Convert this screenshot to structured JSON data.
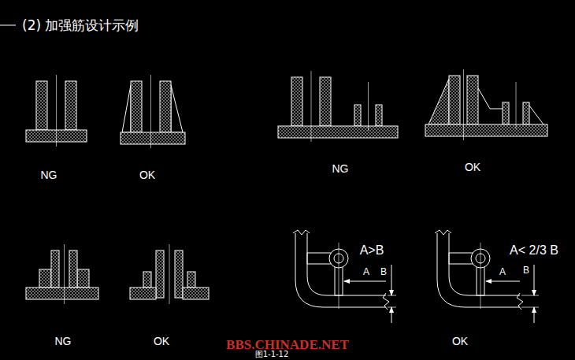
{
  "diagram": {
    "title": "(2) 加强筋设计示例",
    "caption": "图1-1-12",
    "labels": [
      "NG",
      "OK",
      "NG",
      "OK",
      "NG",
      "OK",
      "A>B",
      "A",
      "B",
      "A< 2/3 B",
      "A",
      "B",
      "OK",
      "BBS.CHINADE.NET"
    ]
  }
}
